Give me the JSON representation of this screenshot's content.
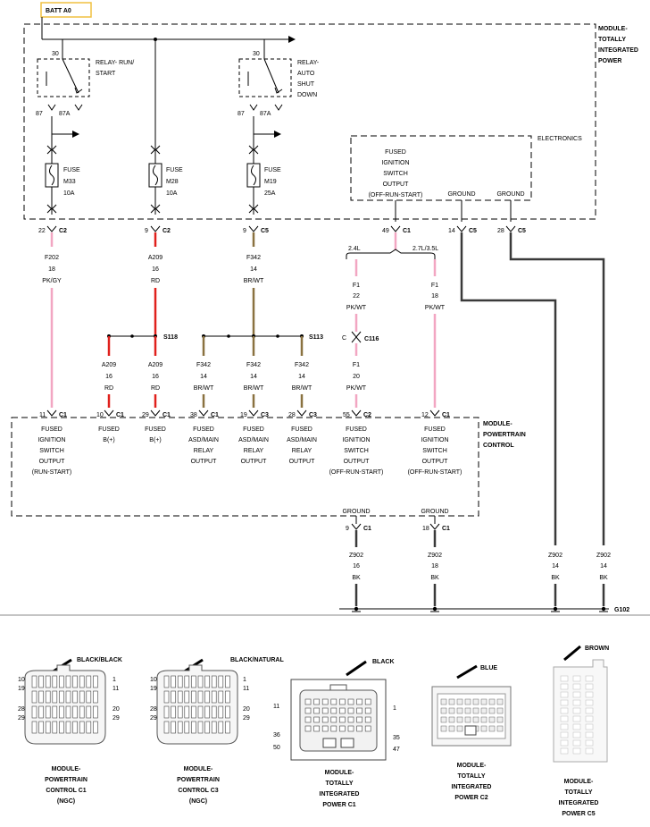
{
  "batt": "BATT A0",
  "mtip_name": [
    "MODULE-",
    "TOTALLY",
    "INTEGRATED",
    "POWER"
  ],
  "pcm_name": [
    "MODULE-",
    "POWERTRAIN",
    "CONTROL"
  ],
  "electronics": "ELECTRONICS",
  "relay_run_start": {
    "lines": [
      "RELAY- RUN/",
      "START"
    ],
    "pin_top": "30",
    "pin_l": "87",
    "pin_r": "87A"
  },
  "relay_asd": {
    "lines": [
      "RELAY-",
      "AUTO",
      "SHUT",
      "DOWN"
    ],
    "pin_top": "30",
    "pin_l": "87",
    "pin_r": "87A"
  },
  "fuses": [
    {
      "label": "FUSE",
      "id": "M33",
      "rating": "10A"
    },
    {
      "label": "FUSE",
      "id": "M28",
      "rating": "10A"
    },
    {
      "label": "FUSE",
      "id": "M19",
      "rating": "25A"
    }
  ],
  "mtip_out": {
    "lines": [
      "FUSED",
      "IGNITION",
      "SWITCH",
      "OUTPUT",
      "(OFF-RUN-START)"
    ],
    "pin": "49",
    "conn": "C1"
  },
  "mtip_ground1": {
    "label": "GROUND",
    "pin": "14",
    "conn": "C5"
  },
  "mtip_ground2": {
    "label": "GROUND",
    "pin": "28",
    "conn": "C5"
  },
  "top_pins": [
    {
      "pin": "22",
      "conn": "C2"
    },
    {
      "pin": "9",
      "conn": "C2"
    },
    {
      "pin": "9",
      "conn": "C5"
    }
  ],
  "wires": [
    {
      "circuit": "F202",
      "gauge": "18",
      "color": "PK/GY"
    },
    {
      "circuit": "A209",
      "gauge": "16",
      "color": "RD"
    },
    {
      "circuit": "F342",
      "gauge": "14",
      "color": "BR/WT"
    }
  ],
  "variant_a": "2.4L",
  "variant_b": "2.7L/3.5L",
  "f1_a": {
    "circuit": "F1",
    "gauge": "22",
    "color": "PK/WT"
  },
  "f1_b": {
    "circuit": "F1",
    "gauge": "18",
    "color": "PK/WT"
  },
  "f1_c": {
    "circuit": "F1",
    "gauge": "20",
    "color": "PK/WT"
  },
  "c116": {
    "c": "C",
    "name": "C116"
  },
  "s118": "S118",
  "s113": "S113",
  "branches": [
    {
      "circuit": "A209",
      "gauge": "16",
      "color": "RD"
    },
    {
      "circuit": "A209",
      "gauge": "16",
      "color": "RD"
    },
    {
      "circuit": "F342",
      "gauge": "14",
      "color": "BR/WT"
    },
    {
      "circuit": "F342",
      "gauge": "14",
      "color": "BR/WT"
    },
    {
      "circuit": "F342",
      "gauge": "14",
      "color": "BR/WT"
    }
  ],
  "pcm_pins": [
    {
      "pin": "11",
      "conn": "C1",
      "lines": [
        "FUSED",
        "IGNITION",
        "SWITCH",
        "OUTPUT",
        "(RUN-START)"
      ]
    },
    {
      "pin": "10",
      "conn": "C1",
      "lines": [
        "FUSED",
        "B(+)"
      ]
    },
    {
      "pin": "29",
      "conn": "C1",
      "lines": [
        "FUSED",
        "B(+)"
      ]
    },
    {
      "pin": "38",
      "conn": "C1",
      "lines": [
        "FUSED",
        "ASD/MAIN",
        "RELAY",
        "OUTPUT"
      ]
    },
    {
      "pin": "19",
      "conn": "C3",
      "lines": [
        "FUSED",
        "ASD/MAIN",
        "RELAY",
        "OUTPUT"
      ]
    },
    {
      "pin": "28",
      "conn": "C3",
      "lines": [
        "FUSED",
        "ASD/MAIN",
        "RELAY",
        "OUTPUT"
      ]
    },
    {
      "pin": "55",
      "conn": "C2",
      "lines": [
        "FUSED",
        "IGNITION",
        "SWITCH",
        "OUTPUT",
        "(OFF-RUN-START)"
      ]
    },
    {
      "pin": "12",
      "conn": "C1",
      "lines": [
        "FUSED",
        "IGNITION",
        "SWITCH",
        "OUTPUT",
        "(OFF-RUN-START)"
      ]
    }
  ],
  "pcm_grounds": [
    {
      "label": "GROUND",
      "pin": "9",
      "conn": "C1"
    },
    {
      "label": "GROUND",
      "pin": "18",
      "conn": "C1"
    }
  ],
  "ground_wires": [
    {
      "circuit": "Z902",
      "gauge": "16",
      "color": "BK"
    },
    {
      "circuit": "Z902",
      "gauge": "18",
      "color": "BK"
    },
    {
      "circuit": "Z902",
      "gauge": "14",
      "color": "BK"
    },
    {
      "circuit": "Z902",
      "gauge": "14",
      "color": "BK"
    }
  ],
  "ground_point": "G102",
  "connectors": [
    {
      "color": "BLACK/BLACK",
      "name": [
        "MODULE-",
        "POWERTRAIN",
        "CONTROL C1",
        "(NGC)"
      ],
      "pins_l": [
        "10",
        "19",
        "28",
        "29"
      ],
      "pins_r": [
        "1",
        "11",
        "20",
        "29"
      ]
    },
    {
      "color": "BLACK/NATURAL",
      "name": [
        "MODULE-",
        "POWERTRAIN",
        "CONTROL C3",
        "(NGC)"
      ],
      "pins_l": [
        "10",
        "19",
        "28",
        "29"
      ],
      "pins_r": [
        "1",
        "11",
        "20",
        "29"
      ]
    },
    {
      "color": "BLACK",
      "name": [
        "MODULE-",
        "TOTALLY",
        "INTEGRATED",
        "POWER C1"
      ],
      "pins_l": [
        "11",
        "36",
        "50"
      ],
      "pins_r": [
        "1",
        "35",
        "47"
      ]
    },
    {
      "color": "BLUE",
      "name": [
        "MODULE-",
        "TOTALLY",
        "INTEGRATED",
        "POWER C2"
      ],
      "pins_l": [],
      "pins_r": []
    },
    {
      "color": "BROWN",
      "name": [
        "MODULE-",
        "TOTALLY",
        "INTEGRATED",
        "POWER C5"
      ],
      "pins_l": [],
      "pins_r": []
    }
  ],
  "colors": {
    "pink": "#f2a6c2",
    "red": "#e0201c",
    "brown": "#8a7240",
    "black": "#3a3a3a",
    "batt_box": "#f0c040"
  }
}
